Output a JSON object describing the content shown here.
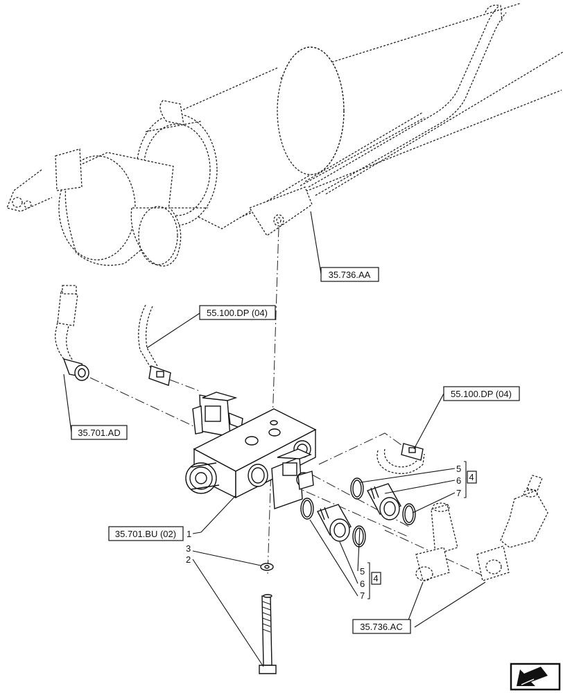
{
  "references": {
    "cylinder_ref": "35.736.AA",
    "harness_ref_left": "55.100.DP (04)",
    "sensor_ref": "35.701.AD",
    "harness_ref_right": "55.100.DP (04)",
    "valve_ref": "35.701.BU (02)",
    "hose_ref": "35.736.AC"
  },
  "callouts": {
    "item_1": "1",
    "item_2": "2",
    "item_3": "3",
    "upper_kit": {
      "item_5": "5",
      "item_6": "6",
      "item_7": "7",
      "kit": "4"
    },
    "lower_kit": {
      "item_5": "5",
      "item_6": "6",
      "item_7": "7",
      "kit": "4"
    }
  },
  "icons": {
    "nav": "navigate-previous-icon"
  }
}
